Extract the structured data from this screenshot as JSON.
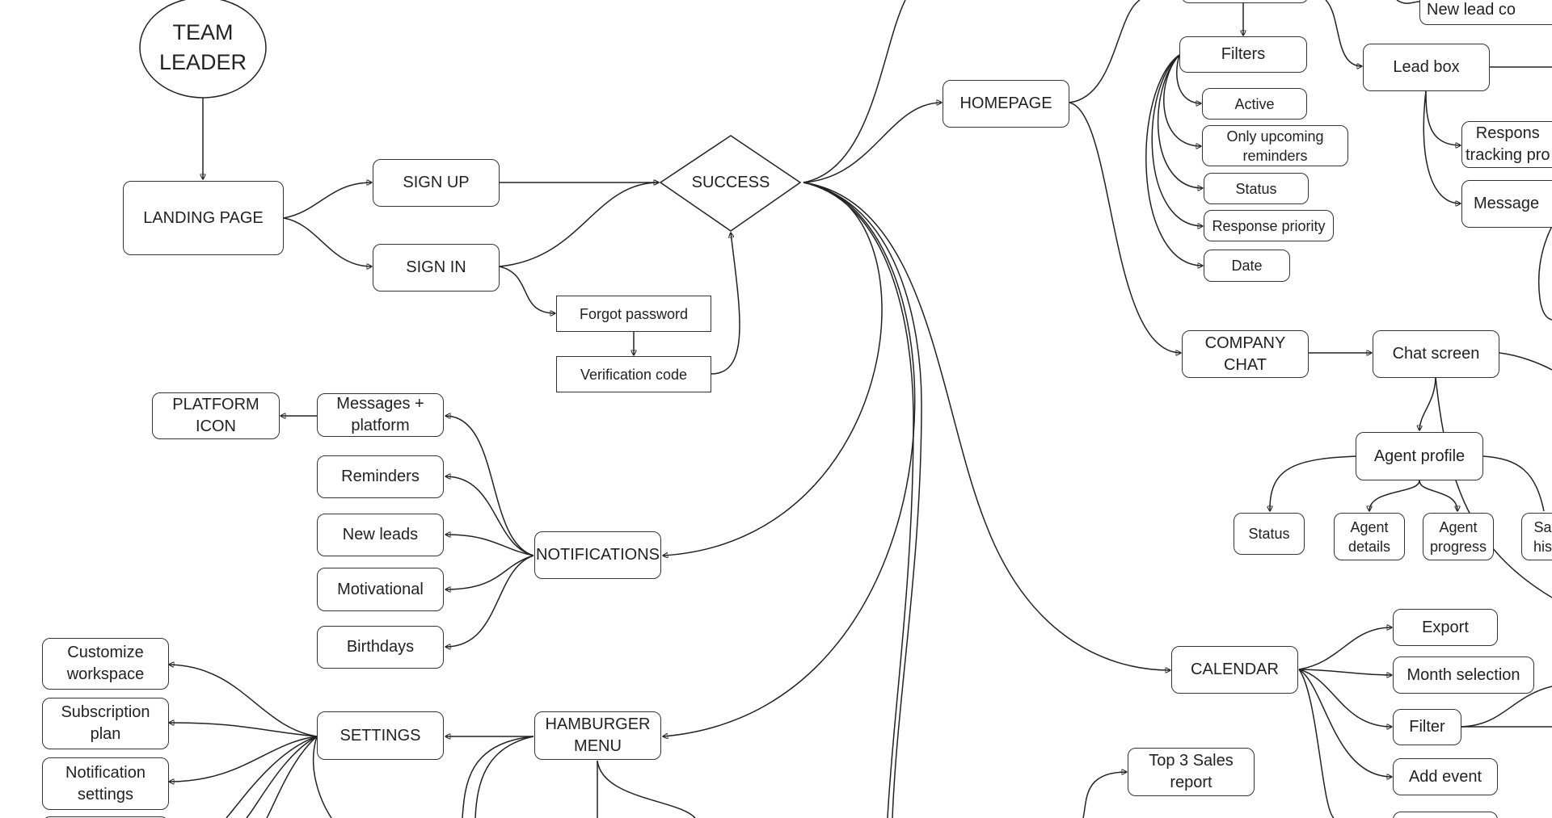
{
  "diagram": {
    "team_leader": "TEAM\nLEADER",
    "landing_page": "LANDING PAGE",
    "sign_up": "SIGN UP",
    "sign_in": "SIGN IN",
    "success": "SUCCESS",
    "forgot_password": "Forgot password",
    "verification_code": "Verification code",
    "homepage": "HOMEPAGE",
    "filters": "Filters",
    "active": "Active",
    "only_upcoming_reminders": "Only upcoming\nreminders",
    "status_filter": "Status",
    "response_priority": "Response priority",
    "date": "Date",
    "lead_box": "Lead box",
    "new_lead_partial": "New lead co",
    "response_tracking_partial": "Respons\ntracking pro",
    "message_partial": "Message",
    "company_chat": "COMPANY\nCHAT",
    "chat_screen": "Chat screen",
    "agent_profile": "Agent profile",
    "agent_status": "Status",
    "agent_details": "Agent\ndetails",
    "agent_progress": "Agent\nprogress",
    "sales_history_partial": "Sa\nhis",
    "platform_icon": "PLATFORM\nICON",
    "messages_platform": "Messages +\nplatform",
    "reminders": "Reminders",
    "new_leads": "New leads",
    "motivational": "Motivational",
    "birthdays": "Birthdays",
    "notifications": "NOTIFICATIONS",
    "customize_workspace": "Customize\nworkspace",
    "subscription_plan": "Subscription\nplan",
    "notification_settings": "Notification\nsettings",
    "settings": "SETTINGS",
    "hamburger_menu": "HAMBURGER\nMENU",
    "calendar": "CALENDAR",
    "export": "Export",
    "month_selection": "Month selection",
    "filter": "Filter",
    "add_event": "Add event",
    "top3_sales_report": "Top 3 Sales\nreport"
  }
}
